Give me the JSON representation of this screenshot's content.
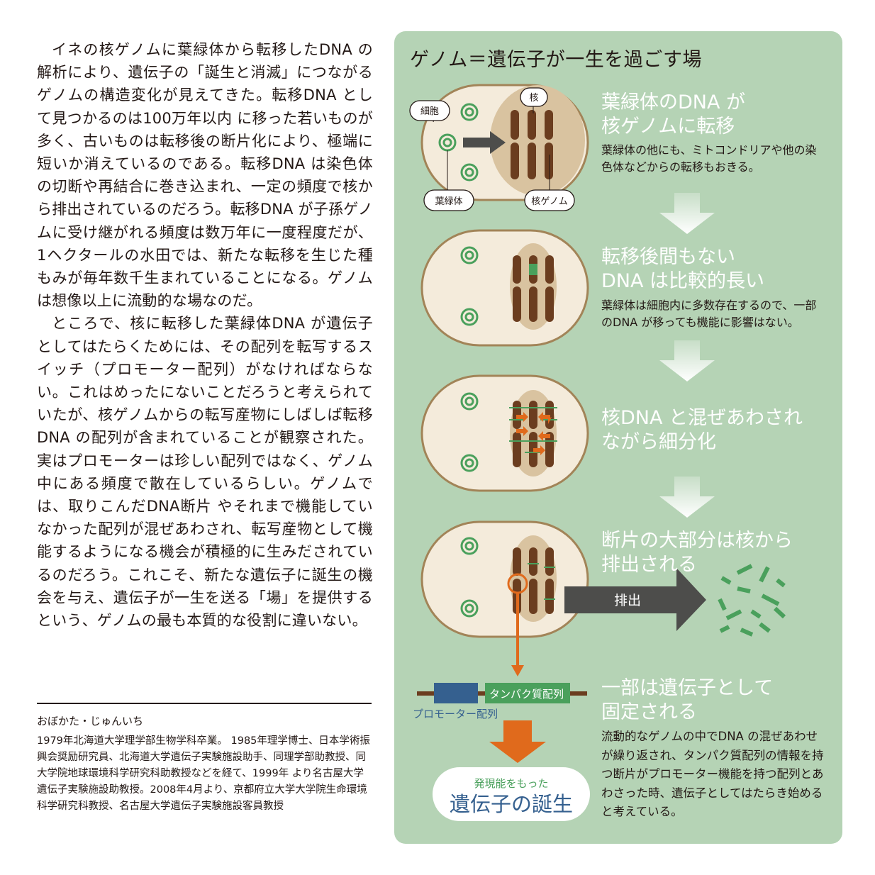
{
  "article": {
    "paragraphs": [
      "イネの核ゲノムに葉緑体から転移したDNA の解析により、遺伝子の「誕生と消滅」につながるゲノムの構造変化が見えてきた。転移DNA として見つかるのは100万年以内 に移った若いものが多く、古いものは転移後の断片化により、極端に短いか消えているのである。転移DNA は染色体の切断や再結合に巻き込まれ、一定の頻度で核から排出されているのだろう。転移DNA が子孫ゲノムに受け継がれる頻度は数万年に一度程度だが、1ヘクタールの水田では、新たな転移を生じた種もみが毎年数千生まれていることになる。ゲノムは想像以上に流動的な場なのだ。",
      "ところで、核に転移した葉緑体DNA が遺伝子としてはたらくためには、その配列を転写するスイッチ（プロモーター配列）がなければならない。これはめったにないことだろうと考えられていたが、核ゲノムからの転写産物にしばしば転移DNA の配列が含まれていることが観察された。実はプロモーターは珍しい配列ではなく、ゲノム中にある頻度で散在しているらしい。ゲノムでは、取りこんだDNA断片 やそれまで機能していなかった配列が混ぜあわされ、転写産物として機能するようになる機会が積極的に生みだされているのだろう。これこそ、新たな遺伝子に誕生の機会を与え、遺伝子が一生を送る「場」を提供するという、ゲノムの最も本質的な役割に違いない。"
    ]
  },
  "bio": {
    "name": "おぼかた・じゅんいち",
    "text": "1979年北海道大学理学部生物学科卒業。 1985年理学博士、日本学術振興会奨励研究員、北海道大学遺伝子実験施設助手、同理学部助教授、同大学院地球環境科学研究科助教授などを経て、1999年 より名古屋大学遺伝子実験施設助教授。2008年4月より、京都府立大学大学院生命環境科学研究科教授、名古屋大学遺伝子実験施設客員教授"
  },
  "panel": {
    "title": "ゲノム＝遺伝子が一生を過ごす場",
    "callouts": {
      "cell": "細胞",
      "nucleus": "核",
      "chloroplast": "葉緑体",
      "genome": "核ゲノム"
    },
    "steps": [
      {
        "title_lines": [
          "葉緑体のDNA が",
          "核ゲノムに転移"
        ],
        "desc": "葉緑体の他にも、ミトコンドリアや他の染色体などからの転移もおきる。"
      },
      {
        "title_lines": [
          "転移後間もない",
          "DNA  は比較的長い"
        ],
        "desc": "葉緑体は細胞内に多数存在するので、一部のDNA が移っても機能に影響はない。"
      },
      {
        "title_lines": [
          "核DNA  と混ぜあわされ",
          "ながら細分化"
        ],
        "desc": ""
      },
      {
        "title_lines": [
          "断片の大部分は核から",
          "排出される"
        ],
        "desc": ""
      },
      {
        "title_lines": [
          "一部は遺伝子として",
          "固定される"
        ],
        "desc": "流動的なゲノムの中でDNA の混ぜあわせが繰り返され、タンパク質配列の情報を持つ断片がプロモーター機能を持つ配列とあわさった時、遺伝子としてはたらき始めると考えている。"
      }
    ],
    "expel_label": "排出",
    "protein_label": "タンパク質配列",
    "promoter_label": "プロモーター配列",
    "birth_small": "発現能をもった",
    "birth_big": "遺伝子の誕生",
    "colors": {
      "panel_bg": "#b5d3b5",
      "cell_fill": "#f4ebdb",
      "cell_border": "#a28458",
      "nucleus": "#d9c3a0",
      "chromosome": "#6b3d1f",
      "green": "#4aa05c",
      "dark_arrow": "#4d4d4b",
      "orange": "#e06a1c",
      "blue": "#35608f"
    }
  }
}
